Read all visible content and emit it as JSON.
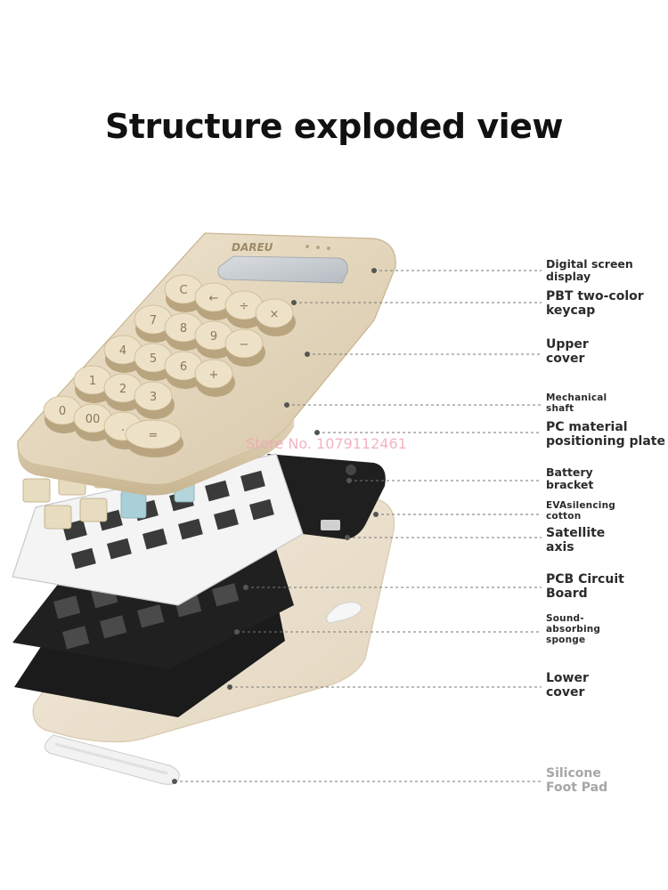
{
  "title": "Structure exploded view",
  "brand": "DAREU",
  "watermark": "Store No. 1079112461",
  "keys": [
    "C",
    "←",
    "÷",
    "×",
    "7",
    "8",
    "9",
    "−",
    "4",
    "5",
    "6",
    "+",
    "1",
    "2",
    "3",
    "0",
    "00",
    ".",
    "="
  ],
  "labels": [
    {
      "id": "digital-screen-display",
      "lines": [
        "Digital screen",
        "display"
      ]
    },
    {
      "id": "pbt-two-color-keycap",
      "lines": [
        "PBT two-color",
        "keycap"
      ]
    },
    {
      "id": "upper-cover",
      "lines": [
        "Upper",
        "cover"
      ]
    },
    {
      "id": "mechanical-shaft",
      "lines": [
        "Mechanical",
        "shaft"
      ]
    },
    {
      "id": "pc-positioning-plate",
      "lines": [
        "PC material",
        "positioning plate"
      ]
    },
    {
      "id": "battery-bracket",
      "lines": [
        "Battery",
        "bracket"
      ]
    },
    {
      "id": "eva-silencing-cotton",
      "lines": [
        "EVAsilencing",
        "cotton"
      ]
    },
    {
      "id": "satellite-axis",
      "lines": [
        "Satellite",
        "axis"
      ]
    },
    {
      "id": "pcb-circuit-board",
      "lines": [
        "PCB Circuit",
        "Board"
      ]
    },
    {
      "id": "sound-absorbing-sponge",
      "lines": [
        "Sound-",
        "absorbing",
        "sponge"
      ]
    },
    {
      "id": "lower-cover",
      "lines": [
        "Lower",
        "cover"
      ]
    },
    {
      "id": "silicone-foot-pad",
      "lines": [
        "Silicone",
        "Foot Pad"
      ]
    }
  ]
}
